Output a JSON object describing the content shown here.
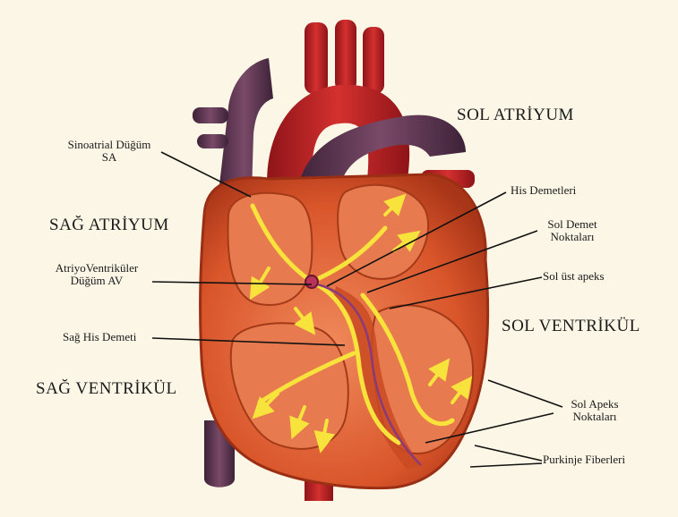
{
  "labels": {
    "sol_atriyum": "SOL ATRİYUM",
    "sag_atriyum": "SAĞ ATRİYUM",
    "sol_ventrikul": "SOL VENTRİKÜL",
    "sag_ventrikul": "SAĞ VENTRİKÜL",
    "sinoatrial_line1": "Sinoatrial Düğüm",
    "sinoatrial_line2": "SA",
    "his_demetleri": "His Demetleri",
    "sol_demet_line1": "Sol Demet",
    "sol_demet_line2": "Noktaları",
    "atriyo_line1": "AtriyoVentriküler",
    "atriyo_line2": "Düğüm AV",
    "sol_ust_apeks": "Sol üst apeks",
    "sag_his_demeti": "Sağ His Demeti",
    "sol_apeks_line1": "Sol Apeks",
    "sol_apeks_line2": "Noktaları",
    "purkinje": "Purkinje Fiberleri"
  },
  "colors": {
    "background": "#fbf6e6",
    "muscle": "#d9552a",
    "chamber": "#e87a4f",
    "vessel_red": "#c8262a",
    "vessel_purple": "#5b3550",
    "conduction": "#f7e33b"
  }
}
